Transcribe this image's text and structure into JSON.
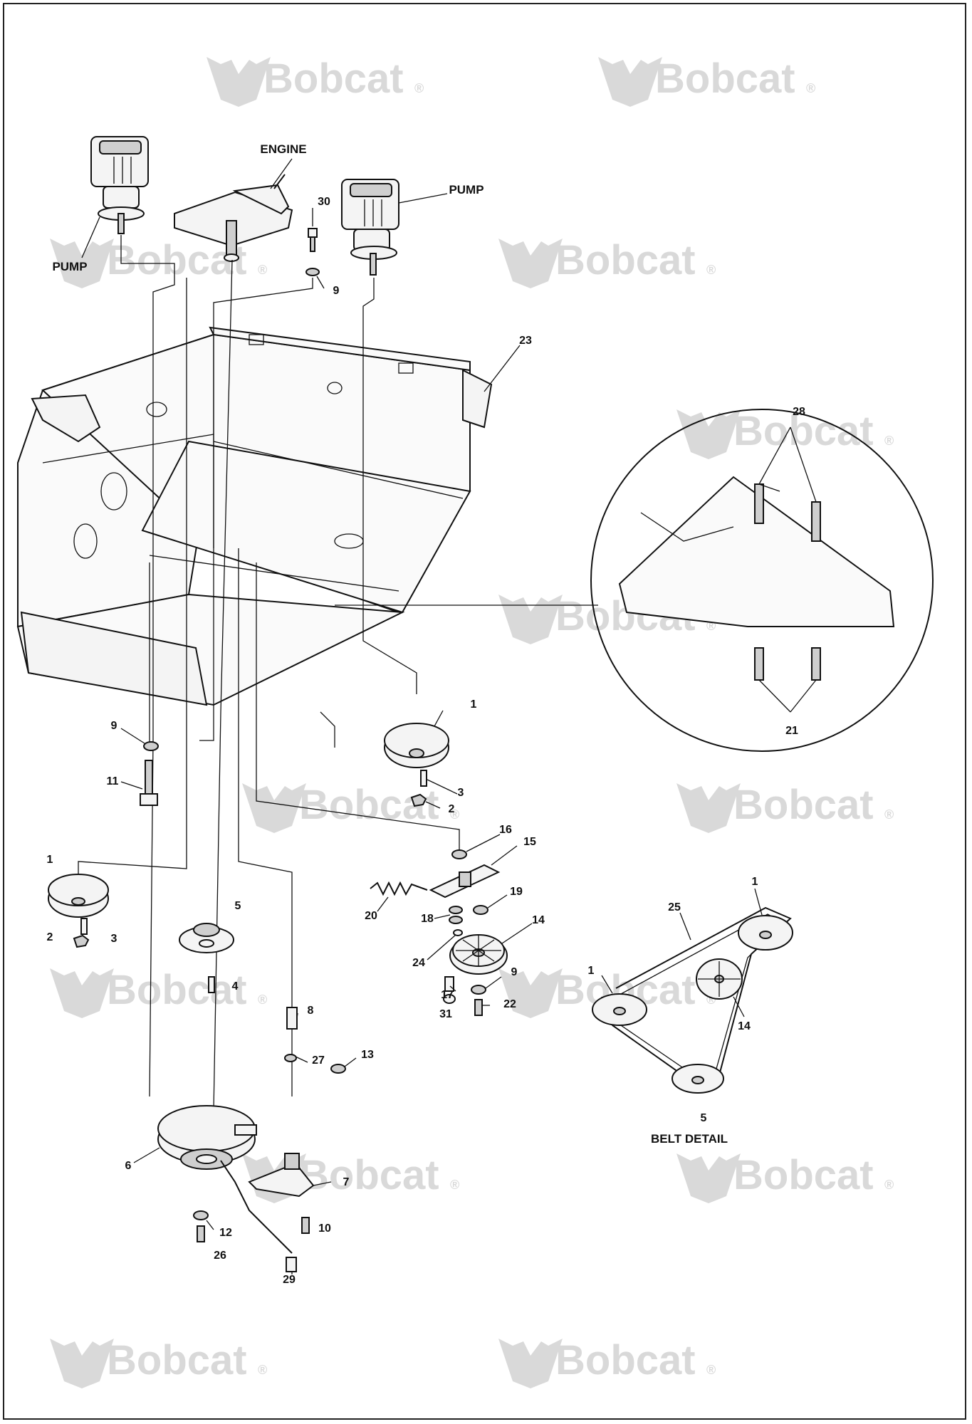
{
  "watermark": {
    "brand": "Bobcat",
    "reg": "®",
    "color": "#d9d9d9"
  },
  "labels": {
    "engine": "ENGINE",
    "pump_left": "PUMP",
    "pump_right": "PUMP",
    "belt_detail": "BELT DETAIL"
  },
  "callouts": [
    "30",
    "9",
    "23",
    "28",
    "21",
    "1",
    "3",
    "2",
    "9",
    "11",
    "16",
    "15",
    "1",
    "20",
    "18",
    "19",
    "14",
    "2",
    "3",
    "5",
    "24",
    "9",
    "17",
    "31",
    "22",
    "4",
    "8",
    "27",
    "13",
    "6",
    "7",
    "12",
    "10",
    "26",
    "29",
    "1",
    "25",
    "1",
    "14",
    "5"
  ]
}
